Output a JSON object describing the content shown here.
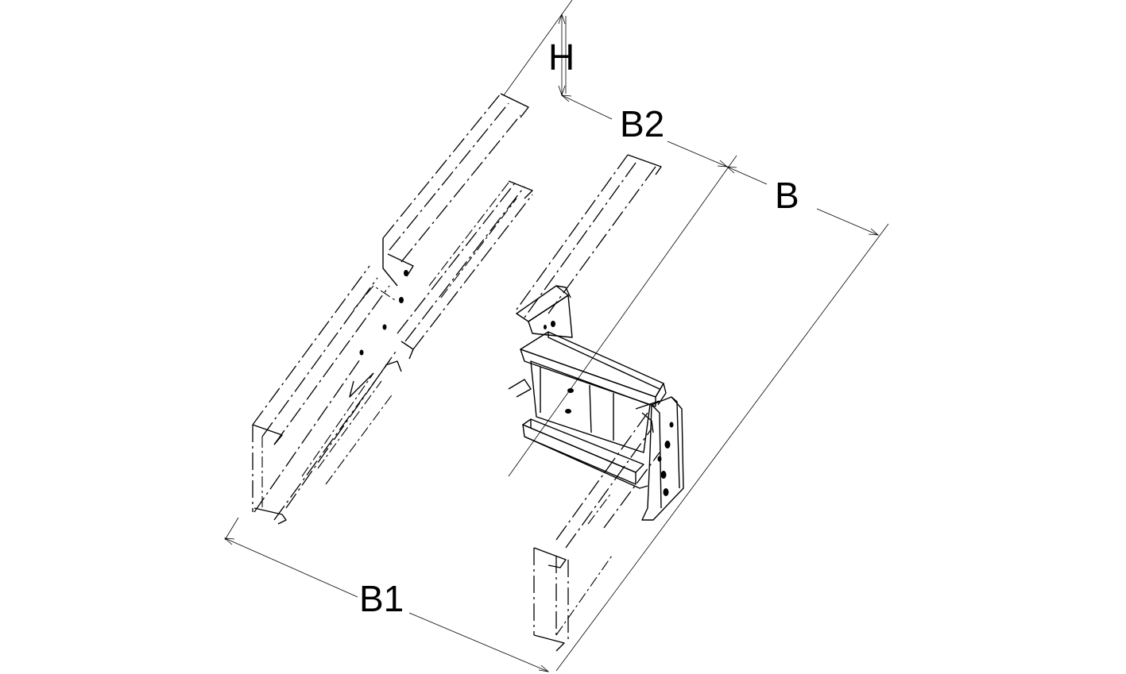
{
  "labels": {
    "h": "H",
    "b2": "B2",
    "b": "B",
    "b1": "B1"
  },
  "colors": {
    "line": "#000000",
    "background": "#ffffff"
  }
}
